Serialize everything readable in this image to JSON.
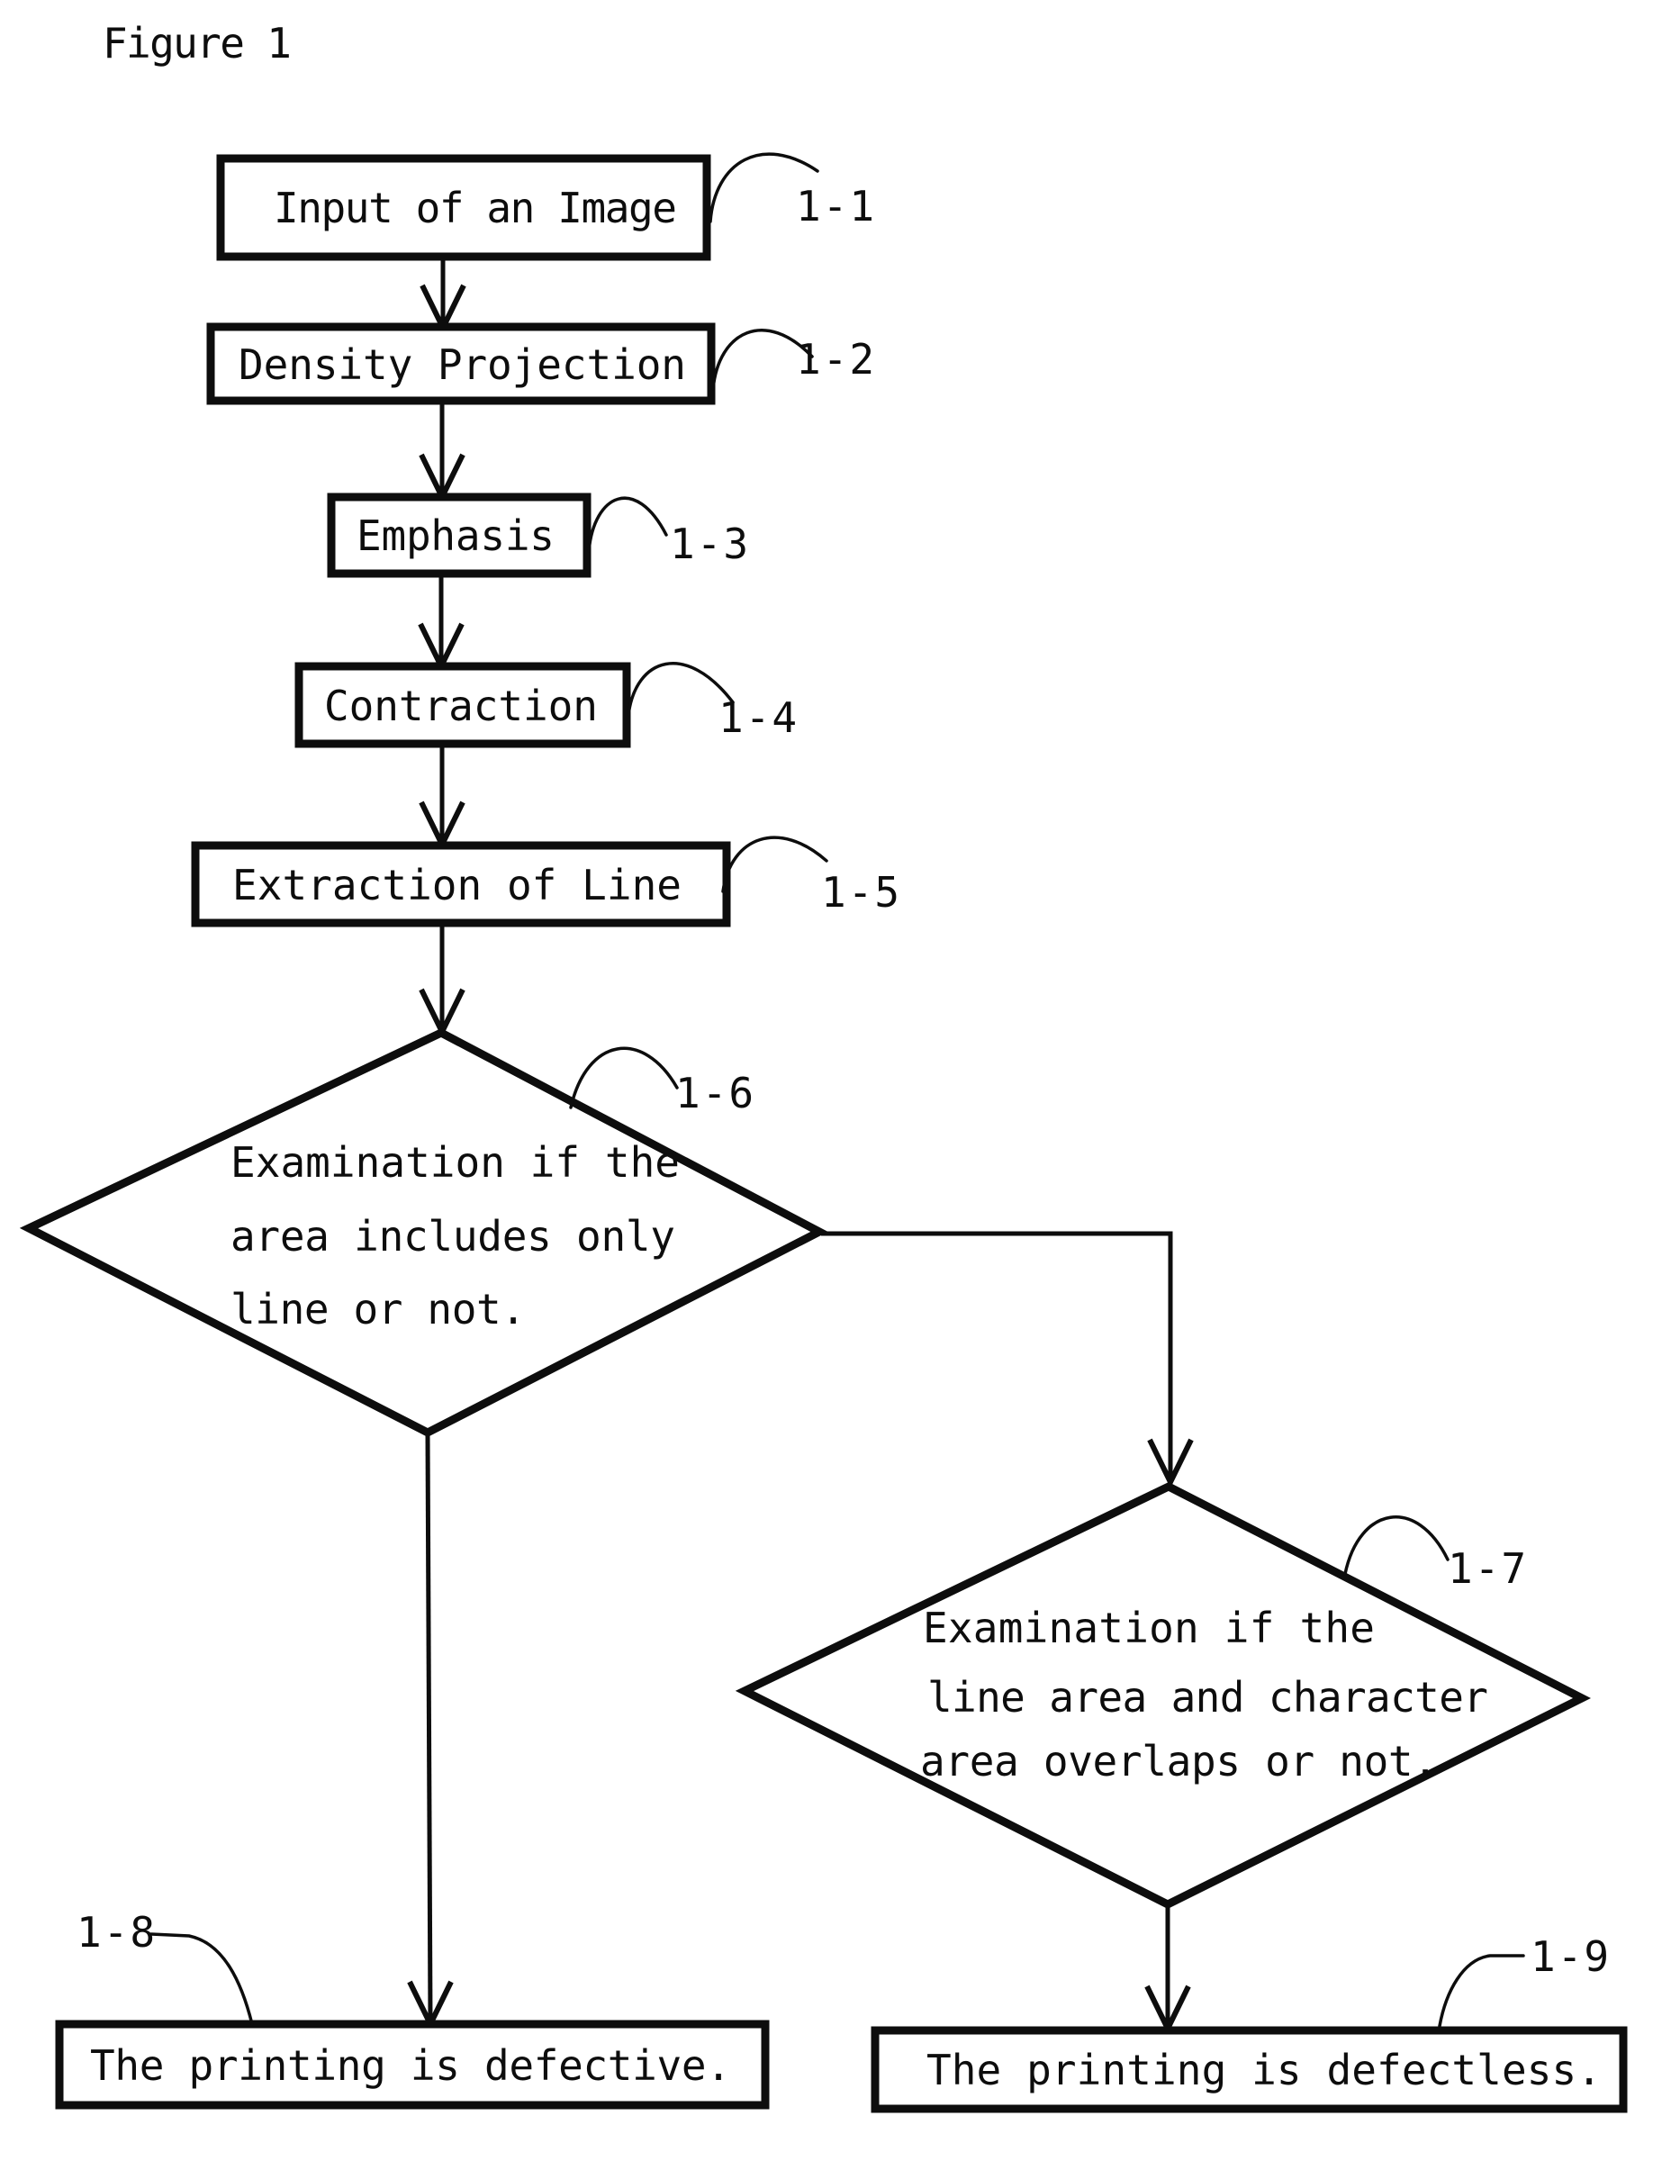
{
  "figure": {
    "title": "Figure 1"
  },
  "colors": {
    "ink": "#0d0d0d",
    "background": "#ffffff"
  },
  "process_steps": [
    {
      "label": "Input of an Image",
      "ref": "1-1"
    },
    {
      "label": "Density Projection",
      "ref": "1-2"
    },
    {
      "label": "Emphasis",
      "ref": "1-3"
    },
    {
      "label": "Contraction",
      "ref": "1-4"
    },
    {
      "label": "Extraction of Line",
      "ref": "1-5"
    }
  ],
  "decisions": [
    {
      "ref": "1-6",
      "lines": [
        "Examination if the",
        "area includes only",
        "line or not."
      ]
    },
    {
      "ref": "1-7",
      "lines": [
        "Examination if the",
        "line area and character",
        "area overlaps or not."
      ]
    }
  ],
  "outcomes": [
    {
      "label": "The printing is defective.",
      "ref": "1-8"
    },
    {
      "label": "The printing is defectless.",
      "ref": "1-9"
    }
  ]
}
